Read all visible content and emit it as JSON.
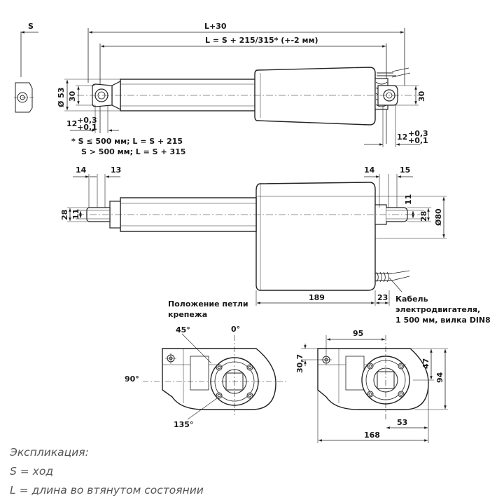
{
  "top_view": {
    "dim_s": "S",
    "dim_l30": "L+30",
    "dim_l_formula": "L = S + 215/315* (+-2 мм)",
    "dia_53": "Ø 53",
    "dim_30_left": "30",
    "dim_30_right": "30",
    "dim_12_left": "12",
    "tol_left_upper": "+0,3",
    "tol_left_lower": "+0,1",
    "dim_12_right": "12",
    "tol_right_upper": "+0,3",
    "tol_right_lower": "+0,1",
    "footnote_1": "* S ≤ 500 мм; L = S + 215",
    "footnote_2": "S > 500 мм; L = S + 315"
  },
  "side_view": {
    "dim_14_left": "14",
    "dim_13": "13",
    "dim_14_right": "14",
    "dim_15": "15",
    "dim_28_left": "28",
    "dim_11_left": "11",
    "dim_11_right": "11",
    "dim_28_right": "28",
    "dia_80": "Ø80",
    "dim_189": "189",
    "dim_23": "23",
    "cable_note_1": "Кабель",
    "cable_note_2": "электродвигателя,",
    "cable_note_3": "1 500 мм, вилка DIN8"
  },
  "mount_view": {
    "heading_1": "Положение петли",
    "heading_2": "крепежа",
    "angle_45": "45°",
    "angle_0": "0°",
    "angle_90": "90°",
    "angle_135": "135°"
  },
  "end_view": {
    "dim_95": "95",
    "dim_30_7": "30,7",
    "dim_47": "47",
    "dim_94": "94",
    "dim_53": "53",
    "dim_168": "168"
  },
  "legend": {
    "title": "Экспликация:",
    "line_s": "S = ход",
    "line_l": "L = длина во втянутом состоянии"
  }
}
